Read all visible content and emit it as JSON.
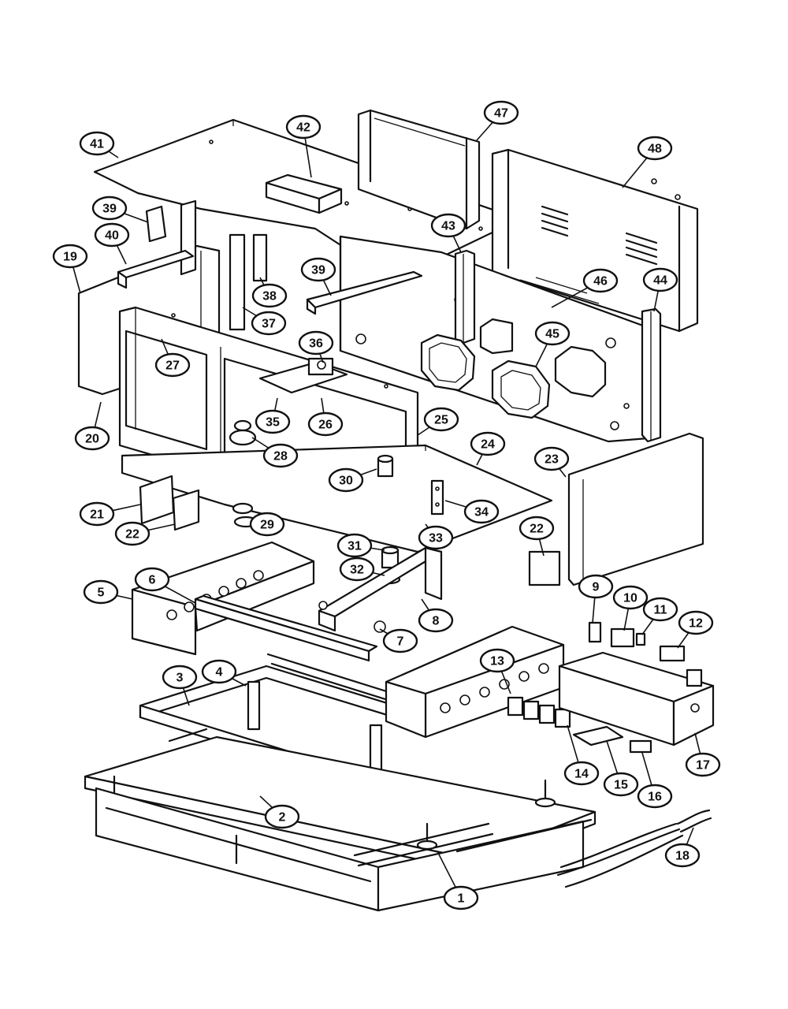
{
  "diagram": {
    "background": "#ffffff",
    "line_color": "#111111",
    "callouts": [
      {
        "label": "1"
      },
      {
        "label": "2"
      },
      {
        "label": "3"
      },
      {
        "label": "4"
      },
      {
        "label": "5"
      },
      {
        "label": "6"
      },
      {
        "label": "7"
      },
      {
        "label": "8"
      },
      {
        "label": "9"
      },
      {
        "label": "10"
      },
      {
        "label": "11"
      },
      {
        "label": "12"
      },
      {
        "label": "13"
      },
      {
        "label": "14"
      },
      {
        "label": "15"
      },
      {
        "label": "16"
      },
      {
        "label": "17"
      },
      {
        "label": "18"
      },
      {
        "label": "19"
      },
      {
        "label": "20"
      },
      {
        "label": "21"
      },
      {
        "label": "22"
      },
      {
        "label": "22"
      },
      {
        "label": "23"
      },
      {
        "label": "24"
      },
      {
        "label": "25"
      },
      {
        "label": "26"
      },
      {
        "label": "27"
      },
      {
        "label": "28"
      },
      {
        "label": "29"
      },
      {
        "label": "30"
      },
      {
        "label": "31"
      },
      {
        "label": "32"
      },
      {
        "label": "33"
      },
      {
        "label": "34"
      },
      {
        "label": "35"
      },
      {
        "label": "36"
      },
      {
        "label": "37"
      },
      {
        "label": "38"
      },
      {
        "label": "39"
      },
      {
        "label": "39"
      },
      {
        "label": "40"
      },
      {
        "label": "41"
      },
      {
        "label": "42"
      },
      {
        "label": "43"
      },
      {
        "label": "44"
      },
      {
        "label": "45"
      },
      {
        "label": "46"
      },
      {
        "label": "47"
      },
      {
        "label": "48"
      }
    ]
  }
}
